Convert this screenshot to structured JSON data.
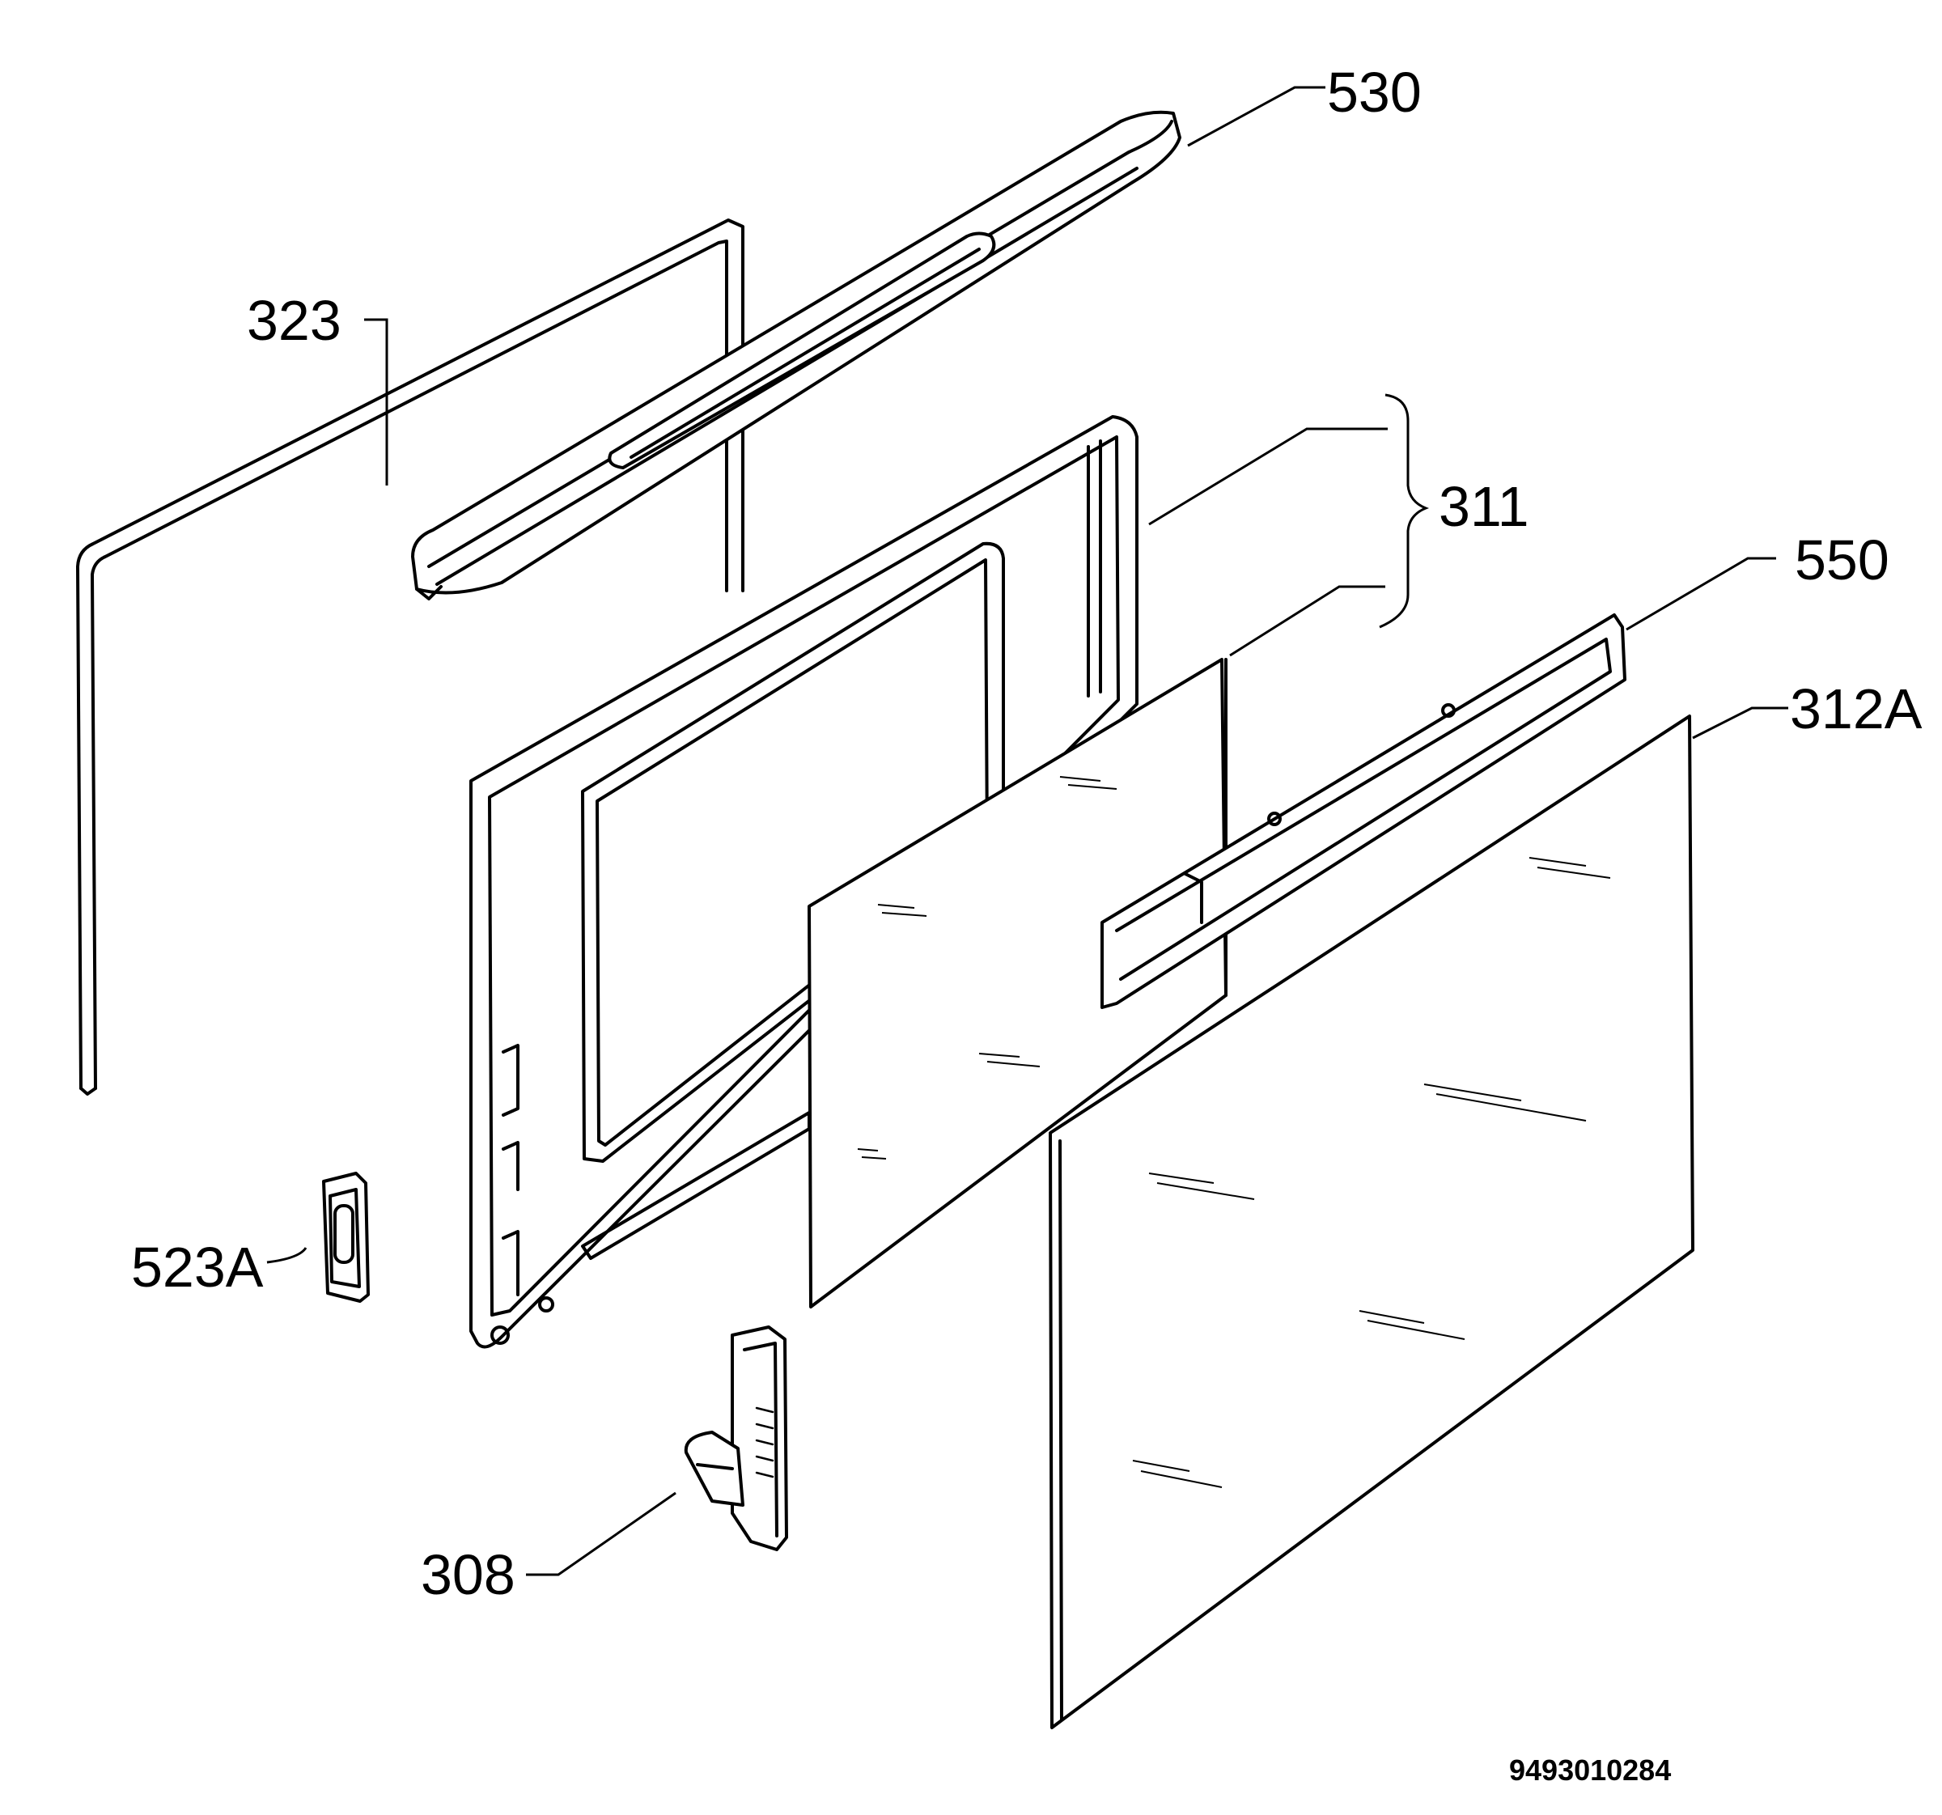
{
  "parts": [
    {
      "id": "530",
      "label": "530"
    },
    {
      "id": "323",
      "label": "323"
    },
    {
      "id": "311",
      "label": "311"
    },
    {
      "id": "550",
      "label": "550"
    },
    {
      "id": "312A",
      "label": "312A"
    },
    {
      "id": "523A",
      "label": "523A"
    },
    {
      "id": "308",
      "label": "308"
    }
  ],
  "document_number": "9493010284",
  "colors": {
    "line": "#000000",
    "background": "#ffffff"
  }
}
